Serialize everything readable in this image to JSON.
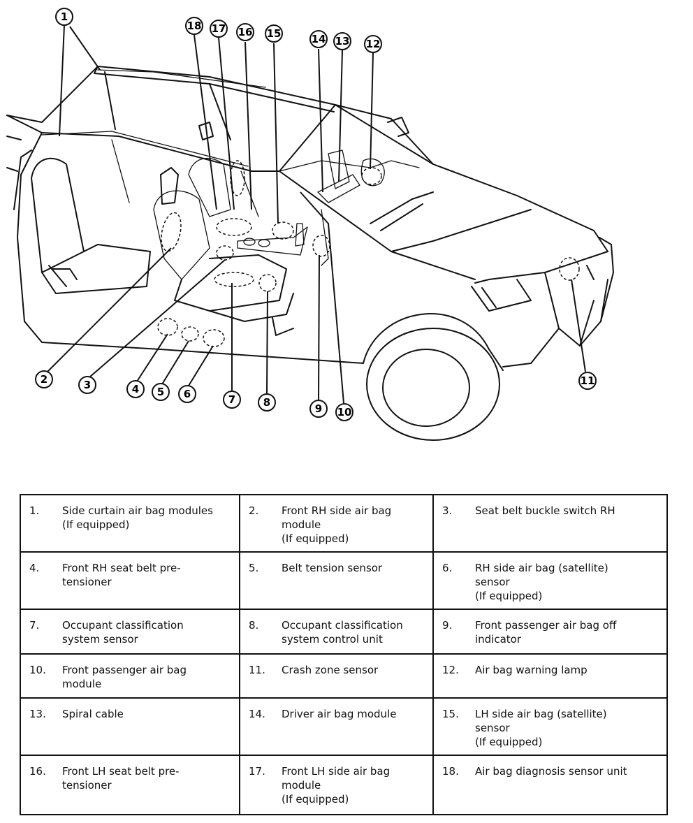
{
  "callouts": [
    "1",
    "2",
    "3",
    "4",
    "5",
    "6",
    "7",
    "8",
    "9",
    "10",
    "11",
    "12",
    "13",
    "14",
    "15",
    "16",
    "17",
    "18"
  ],
  "legend": [
    [
      {
        "num": "1.",
        "label": "Side curtain air bag modules\n(If equipped)"
      },
      {
        "num": "2.",
        "label": "Front RH side air bag\nmodule\n(If equipped)"
      },
      {
        "num": "3.",
        "label": "Seat belt buckle switch RH"
      }
    ],
    [
      {
        "num": "4.",
        "label": "Front RH seat belt pre-\ntensioner"
      },
      {
        "num": "5.",
        "label": "Belt tension sensor"
      },
      {
        "num": "6.",
        "label": "RH side air bag (satellite)\nsensor\n(If equipped)"
      }
    ],
    [
      {
        "num": "7.",
        "label": "Occupant classification\nsystem sensor"
      },
      {
        "num": "8.",
        "label": "Occupant classification\nsystem control unit"
      },
      {
        "num": "9.",
        "label": "Front passenger air bag off\nindicator"
      }
    ],
    [
      {
        "num": "10.",
        "label": "Front passenger air bag\nmodule"
      },
      {
        "num": "11.",
        "label": "Crash zone sensor"
      },
      {
        "num": "12.",
        "label": "Air bag warning lamp"
      }
    ],
    [
      {
        "num": "13.",
        "label": "Spiral cable"
      },
      {
        "num": "14.",
        "label": "Driver air bag module"
      },
      {
        "num": "15.",
        "label": "LH side air bag (satellite)\nsensor\n(If equipped)"
      }
    ],
    [
      {
        "num": "16.",
        "label": "Front LH seat belt pre-\ntensioner"
      },
      {
        "num": "17.",
        "label": "Front LH side air bag\nmodule\n(If equipped)"
      },
      {
        "num": "18.",
        "label": "Air bag diagnosis sensor unit"
      }
    ]
  ]
}
